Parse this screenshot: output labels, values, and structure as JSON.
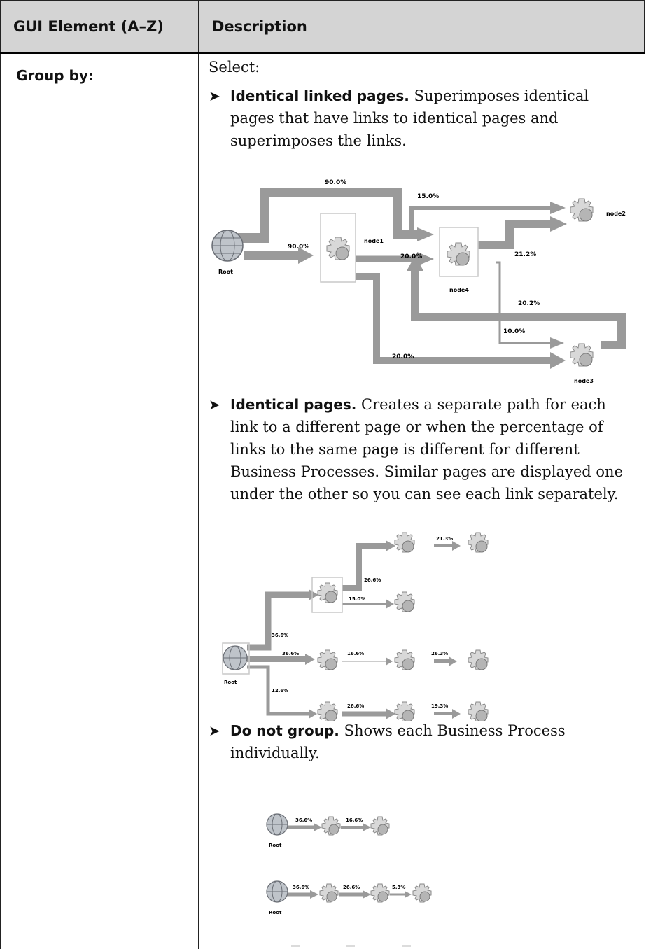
{
  "table": {
    "header": {
      "col1": "GUI Element (A–Z)",
      "col2": "Description"
    },
    "row": {
      "label": "Group by:",
      "intro": "Select:",
      "options": [
        {
          "title": "Identical linked pages.",
          "desc": "Superimposes identical pages that have links to identical pages and superimposes the links.",
          "diagram": {
            "root": "Root",
            "nodes": [
              "node1",
              "node2",
              "node3",
              "node4"
            ],
            "link_labels": [
              "90.0%",
              "90.0%",
              "15.0%",
              "20.0%",
              "21.2%",
              "20.2%",
              "10.0%",
              "20.0%"
            ]
          }
        },
        {
          "title": "Identical pages.",
          "desc": "Creates a separate path for each link to a different page or when the percentage of links to the same page is different for different Business Processes. Similar pages are displayed one under the other so you can see each link separately.",
          "diagram": {
            "root": "Root",
            "link_labels": [
              "21.3%",
              "26.6%",
              "15.0%",
              "36.6%",
              "36.6%",
              "16.6%",
              "26.3%",
              "12.6%",
              "26.6%",
              "19.3%"
            ]
          }
        },
        {
          "title": "Do not group.",
          "desc": "Shows each Business Process individually.",
          "diagram": {
            "root": "Root",
            "row1_labels": [
              "36.6%",
              "16.6%"
            ],
            "row2_labels": [
              "36.6%",
              "26.6%",
              "5.3%"
            ]
          }
        }
      ]
    }
  },
  "colors": {
    "header_bg": "#d4d4d4",
    "border": "#222222",
    "arrow": "#9a9a9a",
    "node_border": "#c8c8c8"
  }
}
